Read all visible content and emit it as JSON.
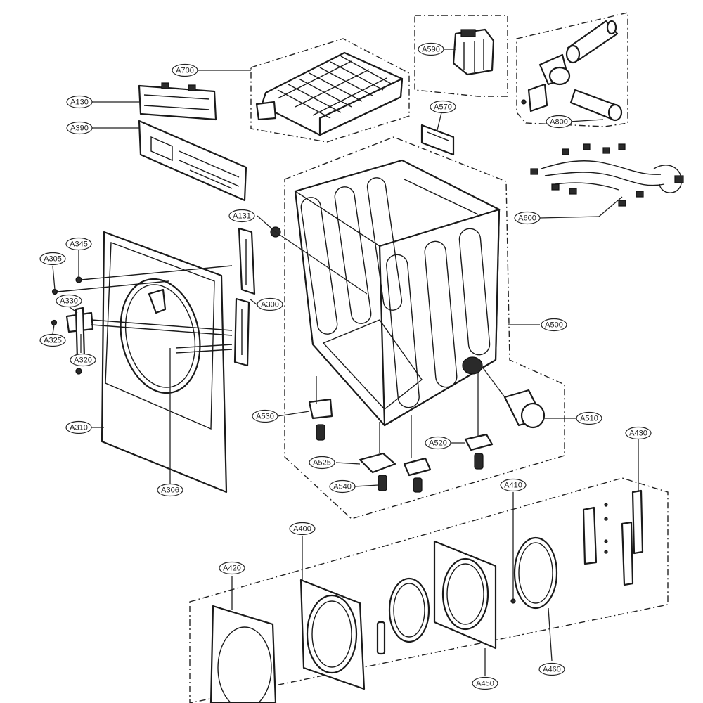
{
  "callouts": [
    {
      "id": "A130",
      "label": "A130"
    },
    {
      "id": "A390",
      "label": "A390"
    },
    {
      "id": "A700",
      "label": "A700"
    },
    {
      "id": "A590",
      "label": "A590"
    },
    {
      "id": "A570",
      "label": "A570"
    },
    {
      "id": "A800",
      "label": "A800"
    },
    {
      "id": "A600",
      "label": "A600"
    },
    {
      "id": "A131",
      "label": "A131"
    },
    {
      "id": "A345",
      "label": "A345"
    },
    {
      "id": "A305a",
      "label": "A305"
    },
    {
      "id": "A330",
      "label": "A330"
    },
    {
      "id": "A325",
      "label": "A325"
    },
    {
      "id": "A320",
      "label": "A320"
    },
    {
      "id": "A310",
      "label": "A310"
    },
    {
      "id": "A306",
      "label": "A306"
    },
    {
      "id": "A300",
      "label": "A300"
    },
    {
      "id": "A500",
      "label": "A500"
    },
    {
      "id": "A530",
      "label": "A530"
    },
    {
      "id": "A525",
      "label": "A525"
    },
    {
      "id": "A540",
      "label": "A540"
    },
    {
      "id": "A520",
      "label": "A520"
    },
    {
      "id": "A510",
      "label": "A510"
    },
    {
      "id": "A430",
      "label": "A430"
    },
    {
      "id": "A410",
      "label": "A410"
    },
    {
      "id": "A400",
      "label": "A400"
    },
    {
      "id": "A420",
      "label": "A420"
    },
    {
      "id": "A450",
      "label": "A450"
    },
    {
      "id": "A460",
      "label": "A460"
    }
  ]
}
